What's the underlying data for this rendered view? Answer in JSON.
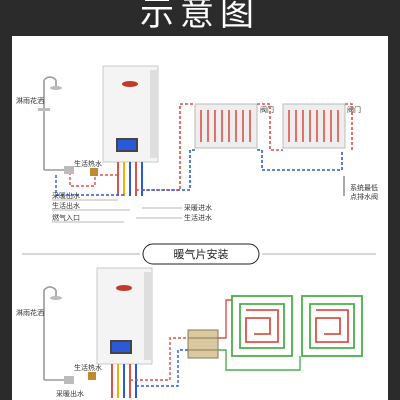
{
  "header": {
    "title": "示意图"
  },
  "top_diagram": {
    "shower_label": "淋雨花洒",
    "hot_water_label": "生活热水",
    "heating_out_label": "采暖出水",
    "domestic_out_label": "生活出水",
    "gas_inlet_label": "燃气入口",
    "heating_in_label": "采暖进水",
    "domestic_in_label": "生活进水",
    "valve1_label": "阀门",
    "valve2_label": "阀门",
    "drain_label_line1": "系统最低",
    "drain_label_line2": "点排水阀"
  },
  "section2": {
    "title": "暖气片安装"
  },
  "bottom_diagram": {
    "shower_label": "淋雨花洒",
    "hot_water_label": "生活热水",
    "heating_out_label": "采暖出水"
  },
  "colors": {
    "hot_pipe": "#e0504a",
    "cold_pipe": "#2a5ad8",
    "gas_pipe": "#f0b400",
    "floor_hot": "#e0504a",
    "floor_green": "#4ab04a",
    "background": "#2b2b2b"
  }
}
